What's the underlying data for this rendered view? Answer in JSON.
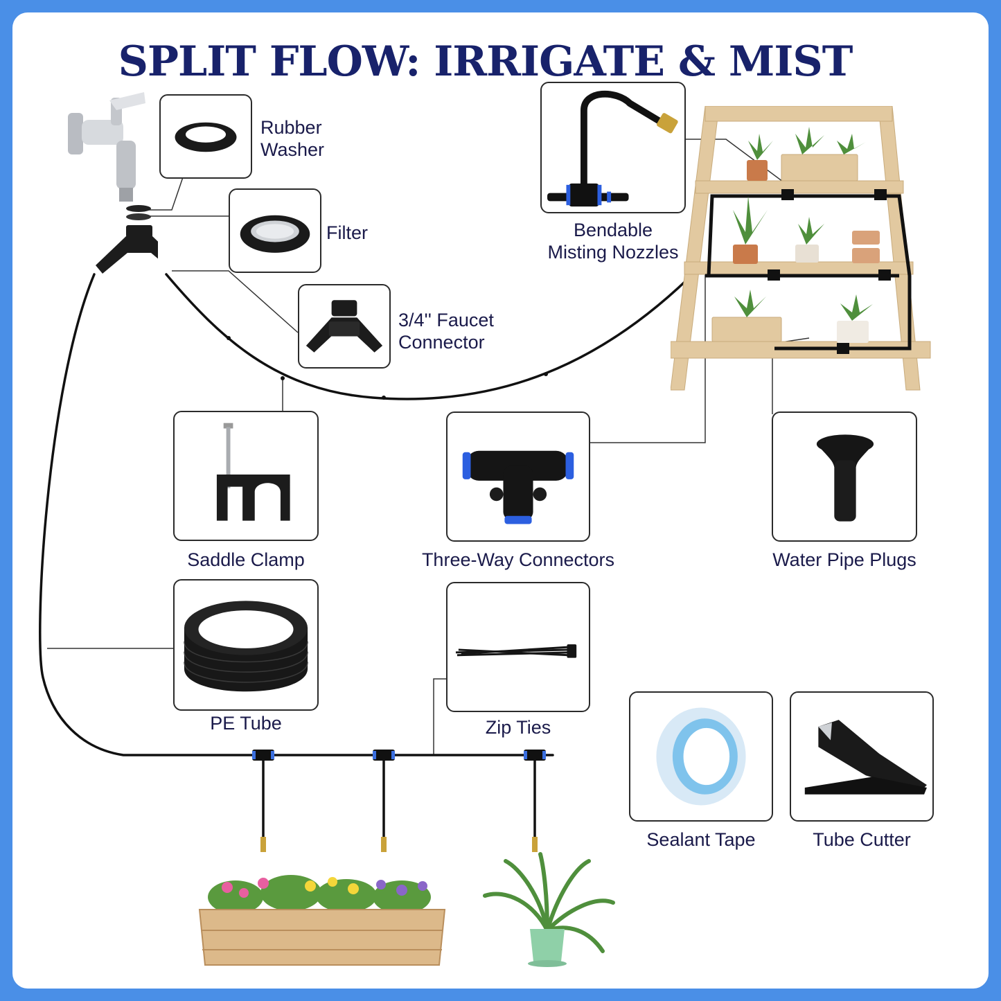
{
  "title": "SPLIT FLOW: IRRIGATE & MIST",
  "colors": {
    "title": "#18226b",
    "border": "#4a8fe7",
    "tube": "#111111",
    "wood": "#e2c9a0",
    "fitting_accent": "#2c5fe0"
  },
  "labels": {
    "rubber_washer": [
      "Rubber",
      "Washer"
    ],
    "filter": "Filter",
    "faucet_connector": [
      "3/4'' Faucet",
      "Connector"
    ],
    "misting_nozzles": [
      "Bendable",
      "Misting Nozzles"
    ],
    "saddle_clamp": "Saddle Clamp",
    "three_way": "Three-Way Connectors",
    "water_plugs": "Water Pipe Plugs",
    "pe_tube": "PE Tube",
    "zip_ties": "Zip Ties",
    "sealant_tape": "Sealant Tape",
    "tube_cutter": "Tube Cutter"
  },
  "icons": [
    "faucet-icon",
    "rubber-washer-icon",
    "filter-icon",
    "y-connector-icon",
    "misting-nozzle-icon",
    "saddle-clamp-icon",
    "tee-connector-icon",
    "pipe-plug-icon",
    "pe-tube-coil-icon",
    "zip-ties-icon",
    "sealant-tape-icon",
    "tube-cutter-icon",
    "plant-shelf-icon",
    "flower-planter-icon",
    "potted-plant-icon"
  ]
}
